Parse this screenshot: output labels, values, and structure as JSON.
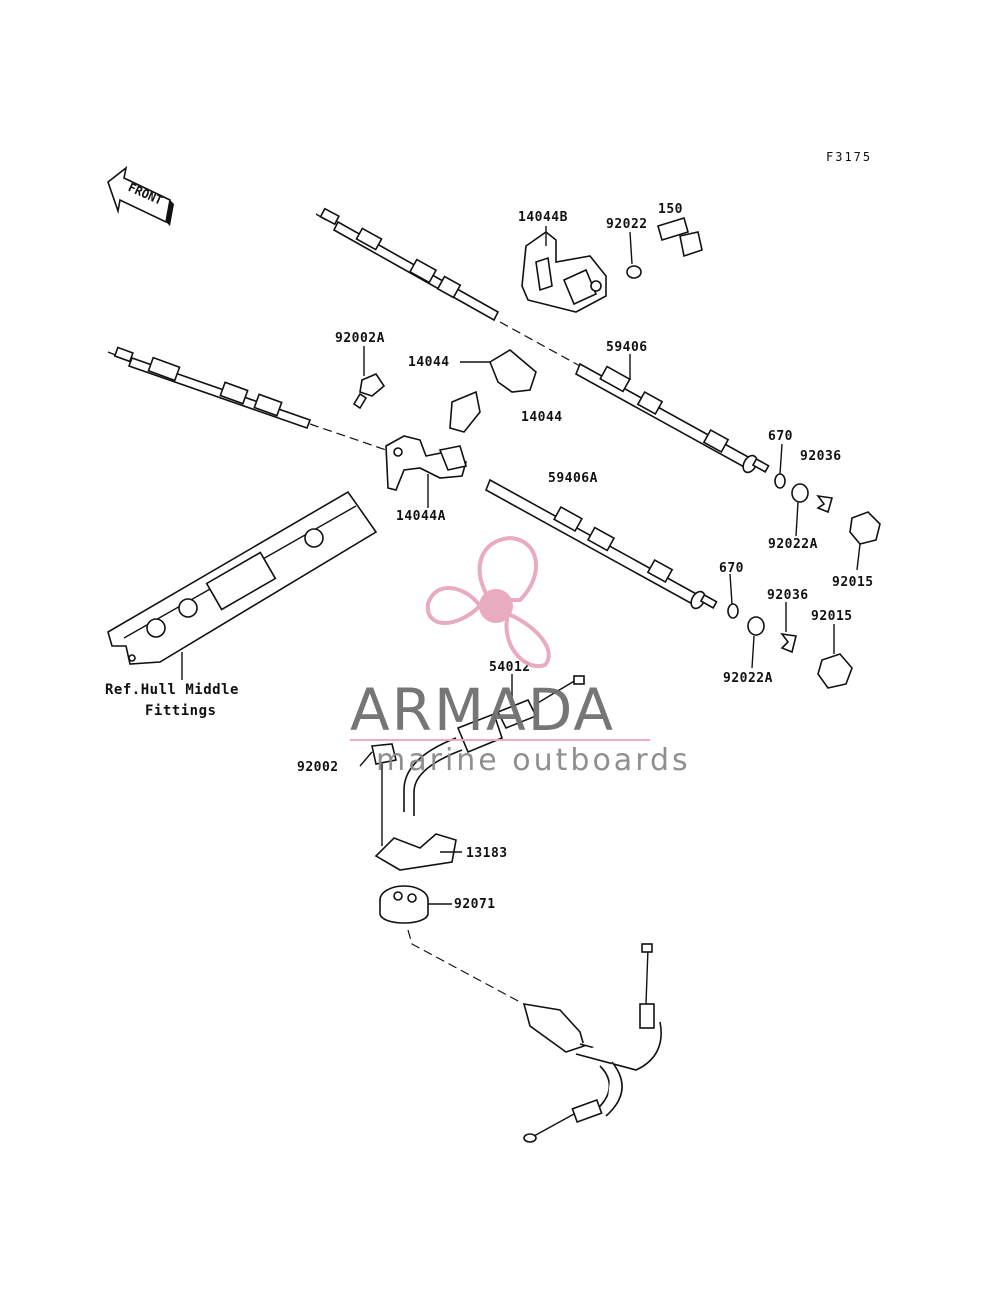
{
  "diagram_code": "F3175",
  "front_label": "FRONT",
  "part_labels": {
    "p14044B": "14044B",
    "p92022": "92022",
    "p150": "150",
    "p92002A": "92002A",
    "p14044_a": "14044",
    "p14044_b": "14044",
    "p59406": "59406",
    "p14044A": "14044A",
    "p670_a": "670",
    "p92036_a": "92036",
    "p59406A": "59406A",
    "p92022A_a": "92022A",
    "p92015_a": "92015",
    "p670_b": "670",
    "p92036_b": "92036",
    "p92015_b": "92015",
    "p92022A_b": "92022A",
    "p54012": "54012",
    "p92002": "92002",
    "p13183": "13183",
    "p92071": "92071"
  },
  "reference_note": {
    "line1": "Ref.Hull Middle",
    "line2": "Fittings"
  },
  "watermark": {
    "brand": "ARMADA",
    "tagline": "marine outboards",
    "logo_color": "#e8a7bd",
    "text_color": "#6f6f6f"
  }
}
